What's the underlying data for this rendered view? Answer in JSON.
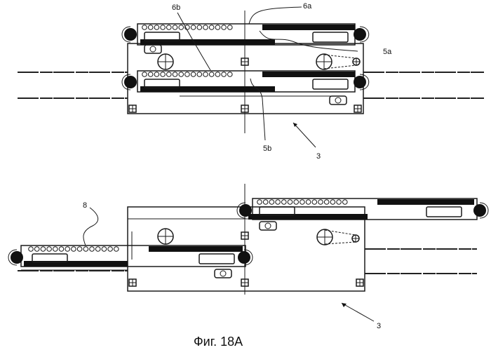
{
  "figure": {
    "caption": "Фиг. 18A",
    "top_view": {
      "labels": {
        "6a": "6a",
        "6b": "6b",
        "5a": "5a",
        "5b": "5b",
        "3": "3"
      }
    },
    "bottom_view": {
      "labels": {
        "8": "8",
        "3": "3"
      }
    }
  }
}
